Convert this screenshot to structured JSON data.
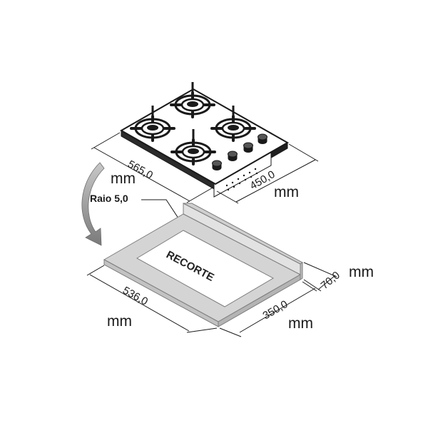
{
  "cooktop": {
    "width_value": "565,0",
    "width_unit": "mm",
    "depth_value": "450,0",
    "depth_unit": "mm",
    "burner_count": 4,
    "knob_count": 4
  },
  "corner_radius_label": "Raio 5,0",
  "cutout": {
    "label": "RECORTE",
    "width_value": "536,0",
    "width_unit": "mm",
    "depth_value": "350,0",
    "depth_unit": "mm",
    "height_value": "70,0",
    "height_unit": "mm"
  },
  "colors": {
    "line": "#1a1a1a",
    "cooktop_top": "#ffffff",
    "cooktop_side": "#2b2b2b",
    "counter_fill": "#d4d4d4",
    "counter_edge": "#8a8a8a",
    "arrow": "#8c8c8c"
  }
}
